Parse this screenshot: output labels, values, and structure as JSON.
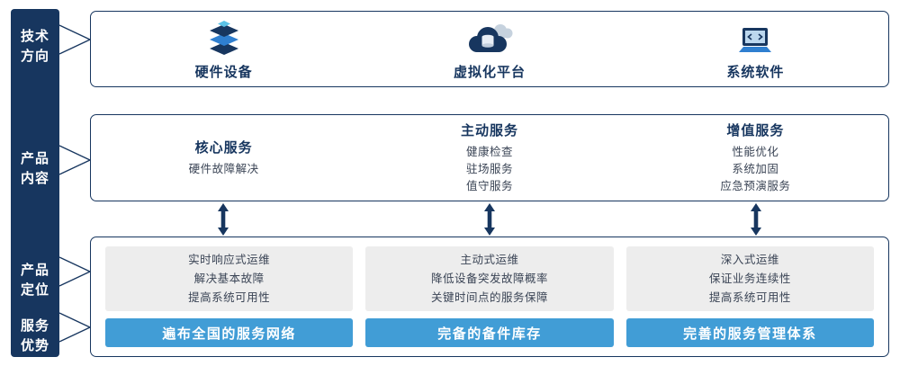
{
  "colors": {
    "navy": "#17365f",
    "accent-blue": "#419dd6",
    "panel-gray": "#ededed",
    "text-dark": "#3a4455",
    "screen-blue": "#bcd7ee",
    "mid-blue": "#2f7fd0",
    "light-blue": "#5bc2e7",
    "cloud-gray": "#c6d2de"
  },
  "left_bar": {
    "items": [
      {
        "line1": "技术",
        "line2": "方向"
      },
      {
        "line1": "产品",
        "line2": "内容"
      },
      {
        "line1": "产品",
        "line2": "定位"
      },
      {
        "line1": "服务",
        "line2": "优势"
      }
    ]
  },
  "top_section": {
    "items": [
      {
        "label": "硬件设备",
        "icon": "server-stack-icon"
      },
      {
        "label": "虚拟化平台",
        "icon": "cloud-database-icon"
      },
      {
        "label": "系统软件",
        "icon": "system-software-icon"
      }
    ]
  },
  "middle_section": {
    "columns": [
      {
        "title": "核心服务",
        "items": [
          "硬件故障解决"
        ]
      },
      {
        "title": "主动服务",
        "items": [
          "健康检查",
          "驻场服务",
          "值守服务"
        ]
      },
      {
        "title": "增值服务",
        "items": [
          "性能优化",
          "系统加固",
          "应急预演服务"
        ]
      }
    ]
  },
  "bottom_section": {
    "columns": [
      {
        "lines": [
          "实时响应式运维",
          "解决基本故障",
          "提高系统可用性"
        ],
        "banner": "遍布全国的服务网络"
      },
      {
        "lines": [
          "主动式运维",
          "降低设备突发故障概率",
          "关键时间点的服务保障"
        ],
        "banner": "完备的备件库存"
      },
      {
        "lines": [
          "深入式运维",
          "保证业务连续性",
          "提高系统可用性"
        ],
        "banner": "完善的服务管理体系"
      }
    ]
  }
}
